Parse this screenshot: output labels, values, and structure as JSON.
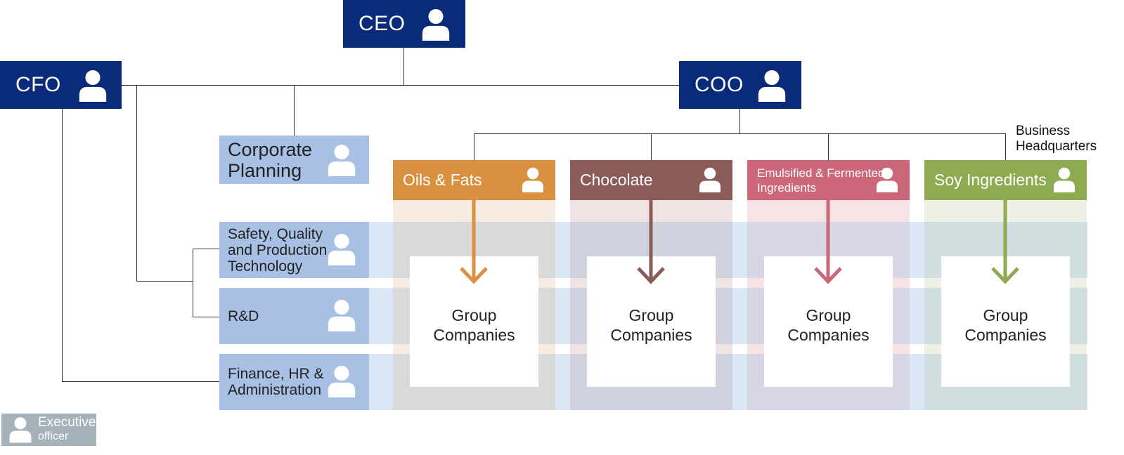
{
  "executives": {
    "ceo": {
      "label": "CEO",
      "icon": "person-icon"
    },
    "cfo": {
      "label": "CFO",
      "icon": "person-icon"
    },
    "coo": {
      "label": "COO",
      "icon": "person-icon"
    }
  },
  "corporate_planning": {
    "line1": "Corporate",
    "line2": "Planning",
    "icon": "person-icon"
  },
  "departments": [
    {
      "lines": [
        "Safety, Quality",
        "and Production",
        "Technology"
      ],
      "icon": "person-icon"
    },
    {
      "lines": [
        "R&D"
      ],
      "icon": "person-icon"
    },
    {
      "lines": [
        "Finance, HR &",
        "Administration"
      ],
      "icon": "person-icon"
    }
  ],
  "business_hq_label": {
    "line1": "Business",
    "line2": "Headquarters"
  },
  "business_units": [
    {
      "lines": [
        "Oils & Fats"
      ],
      "color": "#d99140",
      "light": "#f8ebe2",
      "overlap": "#d9d9d9",
      "group": [
        "Group",
        "Companies"
      ],
      "icon": "person-icon"
    },
    {
      "lines": [
        "Chocolate"
      ],
      "color": "#8b5b58",
      "light": "#efe3e3",
      "overlap": "#cfd1dc",
      "group": [
        "Group",
        "Companies"
      ],
      "icon": "person-icon"
    },
    {
      "lines": [
        "Emulsified & Fermented",
        "Ingredients"
      ],
      "color": "#cc6679",
      "light": "#f7e3e6",
      "overlap": "#d6d6e4",
      "group": [
        "Group",
        "Companies"
      ],
      "icon": "person-icon"
    },
    {
      "lines": [
        "Soy Ingredients"
      ],
      "color": "#8eab52",
      "light": "#eff1e6",
      "overlap": "#cfdedf",
      "group": [
        "Group",
        "Companies"
      ],
      "icon": "person-icon"
    }
  ],
  "legend": {
    "line1": "Executive",
    "line2": "officer",
    "icon": "person-icon"
  },
  "colors": {
    "executive": "#0a2b7a",
    "department": "#a7c0e4",
    "legend": "#a5b2ba"
  }
}
